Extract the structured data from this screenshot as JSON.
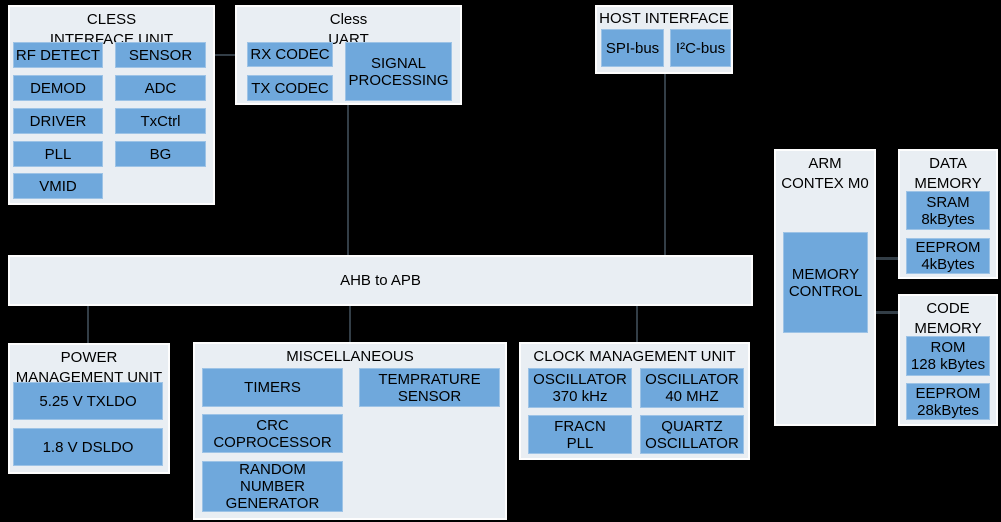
{
  "colors": {
    "background": "#000000",
    "container_fill": "#e9eef3",
    "container_border": "#fdfdfd",
    "block_fill": "#6fa8dc",
    "block_border": "#9dc3e6",
    "connector_line": "#333e47",
    "text": "#000000"
  },
  "cless_interface_unit": {
    "title": "CLESS\nINTERFACE UNIT",
    "blocks": [
      "RF DETECT",
      "SENSOR",
      "DEMOD",
      "ADC",
      "DRIVER",
      "TxCtrl",
      "PLL",
      "BG",
      "VMID"
    ]
  },
  "cless_uart": {
    "title": "Cless\nUART",
    "blocks": [
      "RX CODEC",
      "TX CODEC",
      "SIGNAL\nPROCESSING"
    ]
  },
  "host_interface": {
    "title": "HOST INTERFACE",
    "blocks": [
      "SPI-bus",
      "I²C-bus"
    ]
  },
  "bus": {
    "label": "AHB to APB"
  },
  "arm": {
    "title": "ARM\nCONTEX M0",
    "blocks": [
      "MEMORY\nCONTROL"
    ]
  },
  "data_memory": {
    "title": "DATA\nMEMORY",
    "blocks": [
      "SRAM\n8kBytes",
      "EEPROM\n4kBytes"
    ]
  },
  "code_memory": {
    "title": "CODE\nMEMORY",
    "blocks": [
      "ROM\n128 kBytes",
      "EEPROM\n28kBytes"
    ]
  },
  "power_management_unit": {
    "title": "POWER\nMANAGEMENT UNIT",
    "blocks": [
      "5.25 V TXLDO",
      "1.8 V DSLDO"
    ]
  },
  "miscellaneous": {
    "title": "MISCELLANEOUS",
    "blocks": [
      "TIMERS",
      "TEMPRATURE\nSENSOR",
      "CRC\nCOPROCESSOR",
      "RANDOM\nNUMBER\nGENERATOR"
    ]
  },
  "clock_management_unit": {
    "title": "CLOCK MANAGEMENT UNIT",
    "blocks": [
      "OSCILLATOR\n370 kHz",
      "OSCILLATOR\n40 MHZ",
      "FRACN\nPLL",
      "QUARTZ\nOSCILLATOR"
    ]
  }
}
